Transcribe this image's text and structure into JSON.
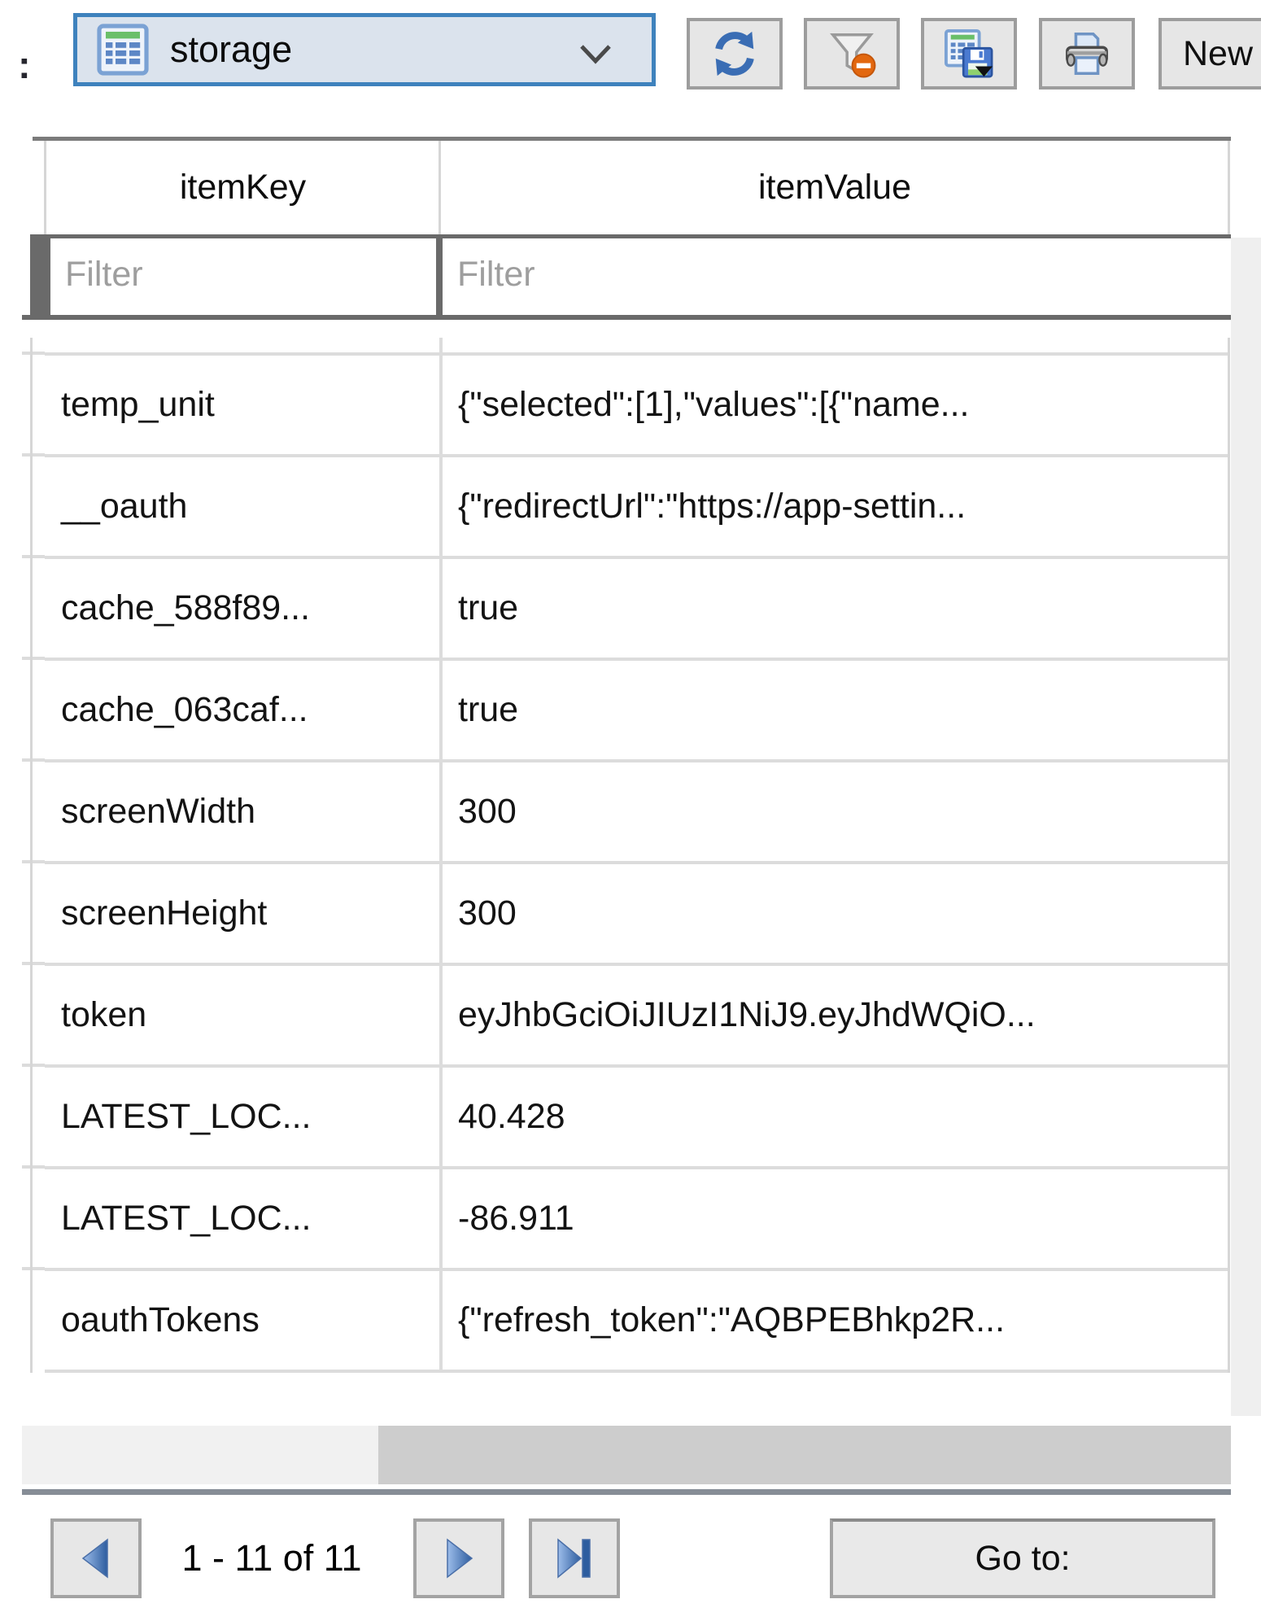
{
  "toolbar": {
    "label_prefix": ":",
    "table_selector": {
      "value": "storage",
      "icon": "table-icon"
    },
    "buttons": [
      {
        "name": "refresh-button",
        "icon": "refresh-icon"
      },
      {
        "name": "clear-filter-button",
        "icon": "clear-filter-icon"
      },
      {
        "name": "save-table-button",
        "icon": "save-table-icon"
      },
      {
        "name": "print-button",
        "icon": "print-icon"
      }
    ],
    "new_button_label": "New"
  },
  "grid": {
    "columns": {
      "key": "itemKey",
      "value": "itemValue"
    },
    "filter_placeholders": [
      "Filter",
      "Filter"
    ],
    "rows": [
      {
        "key": "temp_unit",
        "value": "{\"selected\":[1],\"values\":[{\"name..."
      },
      {
        "key": "__oauth",
        "value": "{\"redirectUrl\":\"https://app-settin..."
      },
      {
        "key": "cache_588f89...",
        "value": "true"
      },
      {
        "key": "cache_063caf...",
        "value": "true"
      },
      {
        "key": "screenWidth",
        "value": "300"
      },
      {
        "key": "screenHeight",
        "value": "300"
      },
      {
        "key": "token",
        "value": "eyJhbGciOiJIUzI1NiJ9.eyJhdWQiO..."
      },
      {
        "key": "LATEST_LOC...",
        "value": "40.428"
      },
      {
        "key": "LATEST_LOC...",
        "value": "-86.911"
      },
      {
        "key": "oauthTokens",
        "value": "{\"refresh_token\":\"AQBPEBhkp2R..."
      }
    ]
  },
  "pagination": {
    "range_label": "1 - 11 of 11",
    "goto_label": "Go to:"
  },
  "colors": {
    "combo_border": "#3e82bd",
    "combo_bg": "#dbe3ed",
    "button_bg": "#e6e6e6",
    "button_border": "#9d9d9d",
    "grid_line": "#dcdcdc",
    "filter_border": "#6a6a6a",
    "scroll_track": "#f1f1f1",
    "scroll_thumb": "#cdcdcd",
    "accent_blue": "#2d5d9f",
    "badge_orange": "#e2670f",
    "icon_green": "#6abf69"
  }
}
